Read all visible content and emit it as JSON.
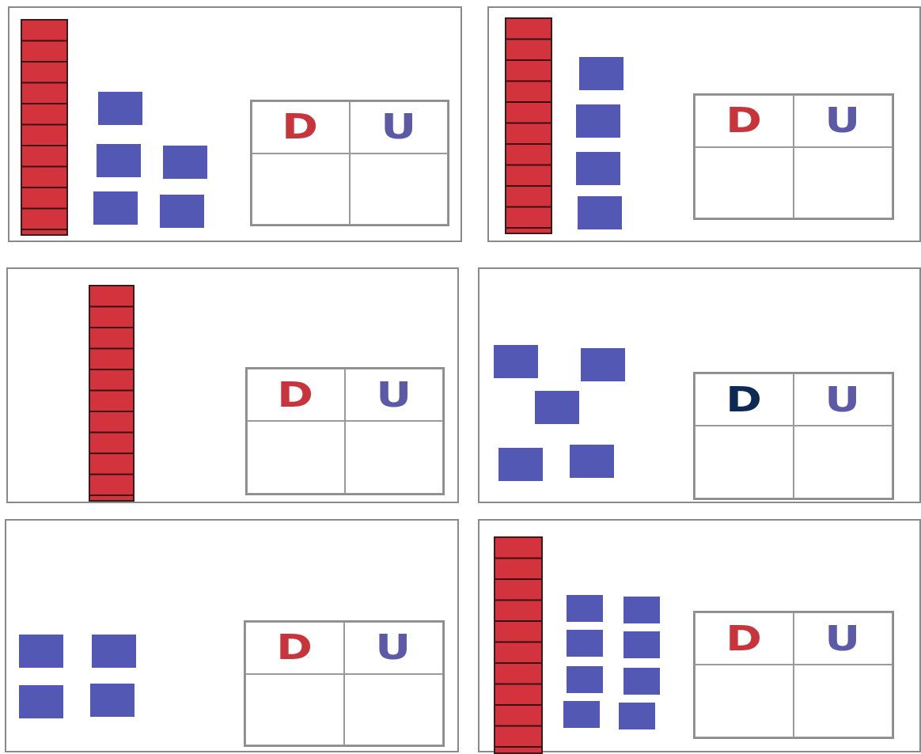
{
  "colors": {
    "ten_rod": "#d3333c",
    "unit_cube": "#5258b3",
    "tens_label": "#c8343c",
    "units_label": "#5c5aa6",
    "tens_label_alt": "#0d2a52"
  },
  "headers": {
    "tens": "D",
    "units": "U"
  },
  "cards": [
    {
      "tens": 1,
      "units": 5
    },
    {
      "tens": 1,
      "units": 4
    },
    {
      "tens": 1,
      "units": 0
    },
    {
      "tens": 0,
      "units": 5
    },
    {
      "tens": 0,
      "units": 4
    },
    {
      "tens": 1,
      "units": 8
    }
  ]
}
